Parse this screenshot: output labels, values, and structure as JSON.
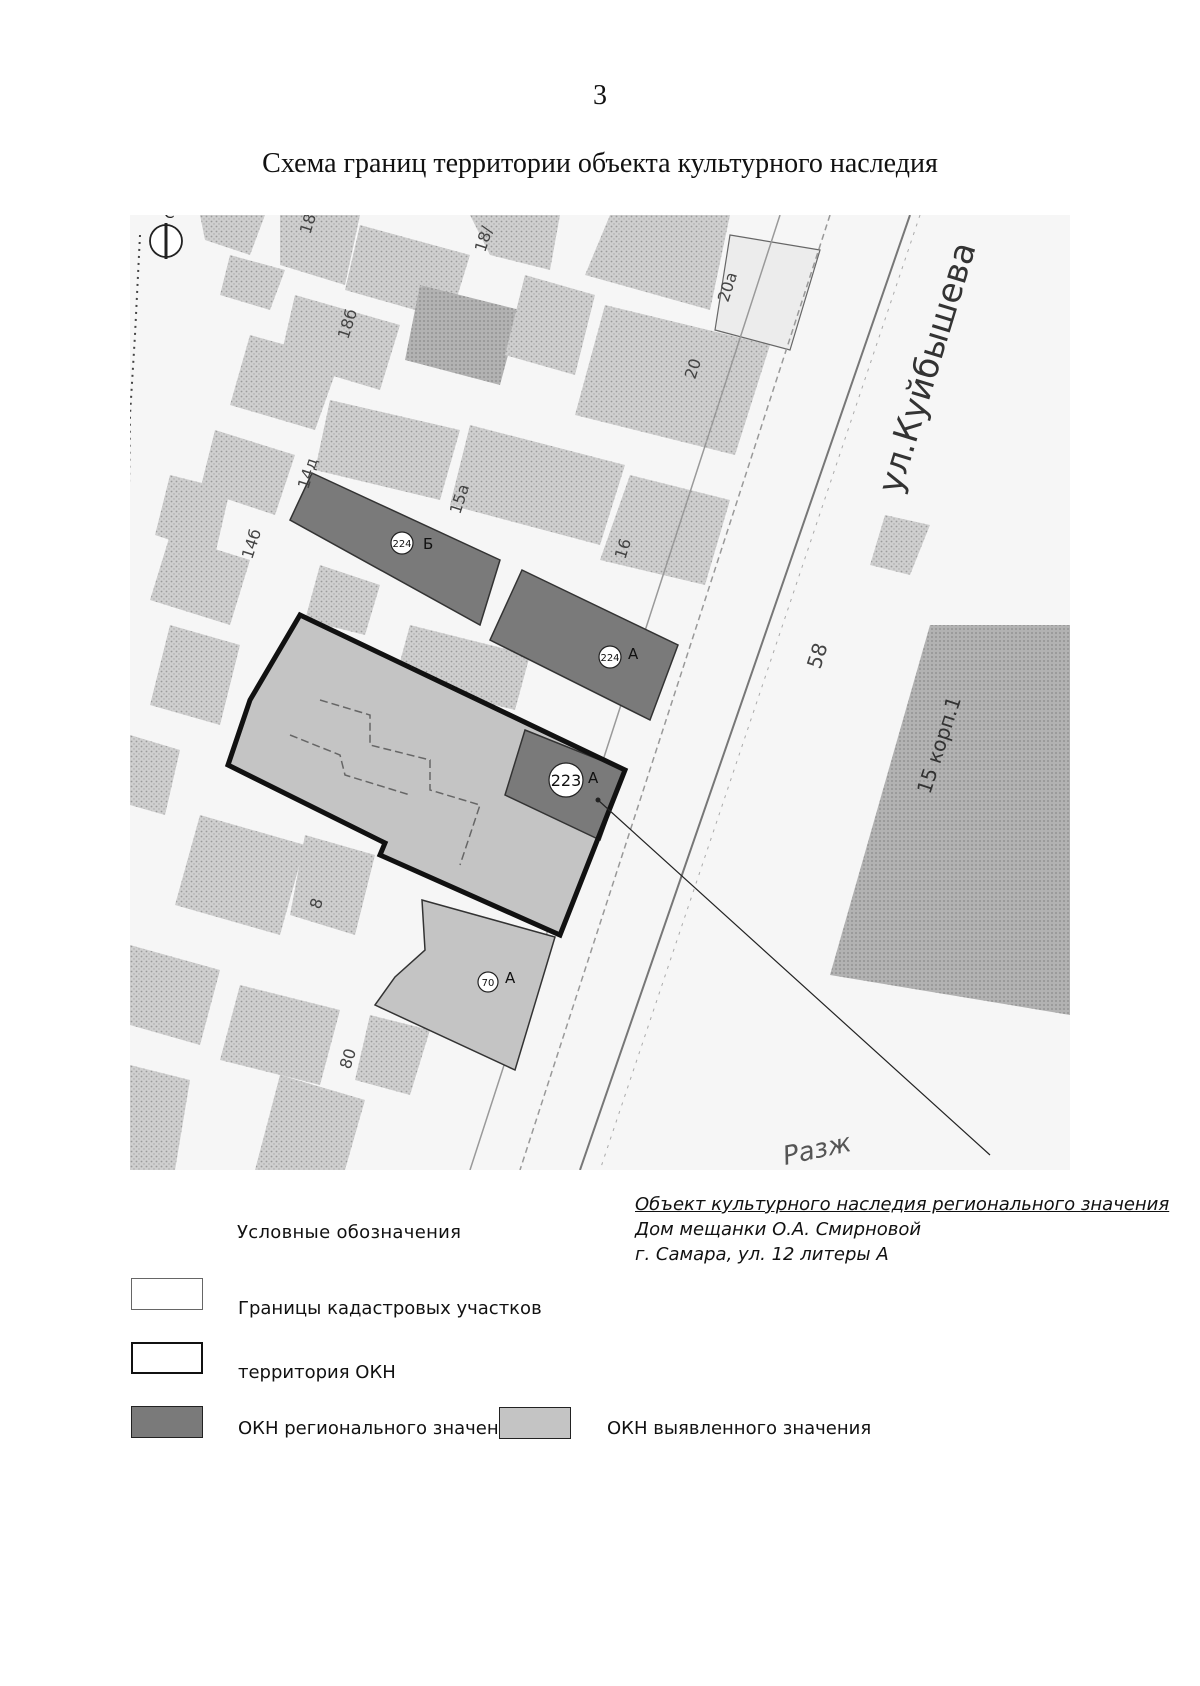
{
  "page": {
    "number": "3",
    "title": "Схема границ территории объекта культурного наследия"
  },
  "map": {
    "north_label": "С",
    "street_name": "ул.Куйбышева",
    "street_fragment": "Разж",
    "plot_numbers": [
      "18",
      "18/",
      "20a",
      "18б",
      "20",
      "14д",
      "15а",
      "14б",
      "16",
      "58",
      "15 корп.1",
      "8",
      "80"
    ],
    "objects": [
      {
        "number": "224",
        "letter": "Б",
        "category": "regional"
      },
      {
        "number": "224",
        "letter": "А",
        "category": "regional"
      },
      {
        "number": "223",
        "letter": "А",
        "category": "regional"
      },
      {
        "number": "70",
        "letter": "А",
        "category": "identified"
      }
    ],
    "colors": {
      "regional": "#7a7a7a",
      "identified": "#c4c4c4",
      "background_building": "#cfcfcf",
      "okn_boundary": "#111111"
    }
  },
  "caption": {
    "title": "Объект культурного наследия регионального значения",
    "line2": "Дом мещанки О.А. Смирновой",
    "line3": "г. Самара, ул.  12 литеры А"
  },
  "legend": {
    "title": "Условные обозначения",
    "items": [
      {
        "key": "cadastral",
        "label": "Границы кадастровых участков"
      },
      {
        "key": "okn_territory",
        "label": "территория ОКН"
      },
      {
        "key": "regional",
        "label": "ОКН регионального значения"
      },
      {
        "key": "identified",
        "label": "ОКН выявленного значения"
      }
    ]
  }
}
